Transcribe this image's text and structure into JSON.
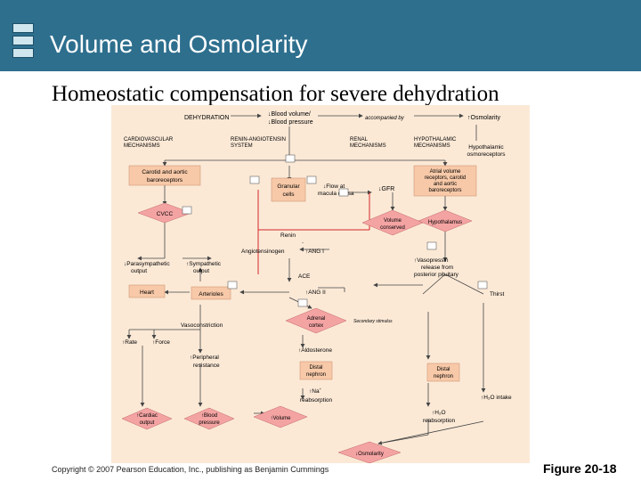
{
  "header": {
    "title": "Volume and Osmolarity",
    "subtitle": "Homeostatic compensation for severe dehydration",
    "accent": "#2e6f8e"
  },
  "diagram": {
    "top": {
      "dehydration": "DEHYDRATION",
      "blood_volume": "Blood volume/",
      "blood_pressure": "Blood pressure",
      "accompanied_by": "accompanied by",
      "osmolarity": "Osmolarity"
    },
    "sections": {
      "cardio_1": "CARDIOVASCULAR",
      "cardio_2": "MECHANISMS",
      "renin_1": "RENIN-ANGIOTENSIN",
      "renin_2": "SYSTEM",
      "renal_1": "RENAL",
      "renal_2": "MECHANISMS",
      "hypo_1": "HYPOTHALAMIC",
      "hypo_2": "MECHANISMS"
    },
    "nodes": {
      "carotid_1": "Carotid and aortic",
      "carotid_2": "baroreceptors",
      "cvcc": "CVCC",
      "granular_1": "Granular",
      "granular_2": "cells",
      "flow_1": "Flow at",
      "flow_2": "macula densa",
      "gfr": "GFR",
      "volume_1": "Volume",
      "volume_2": "conserved",
      "hypo_osmo_1": "Hypothalamic",
      "hypo_osmo_2": "osmoreceptors",
      "atrial_1": "Atrial volume",
      "atrial_2": "receptors, carotid",
      "atrial_3": "and aortic",
      "atrial_4": "baroreceptors",
      "hypothalamus": "Hypothalamus",
      "renin": "Renin",
      "angiotensinogen": "Angiotensinogen",
      "ang_i": "ANG I",
      "ace": "ACE",
      "ang_ii": "ANG II",
      "vaso_1": "Vasopressin",
      "vaso_2": "release from",
      "vaso_3": "posterior pituitary",
      "thirst": "Thirst",
      "para_1": "Parasympathetic",
      "para_2": "output",
      "symp_1": "Sympathetic",
      "symp_2": "output",
      "heart": "Heart",
      "arterioles": "Arterioles",
      "adrenal_1": "Adrenal",
      "adrenal_2": "cortex",
      "secondary": "Secondary stimulus",
      "vasoconstriction": "Vasoconstriction",
      "rate": "Rate",
      "force": "Force",
      "peripheral_1": "Peripheral",
      "peripheral_2": "resistance",
      "aldosterone": "Aldosterone",
      "distal_1": "Distal",
      "distal_2": "nephron",
      "distal2_1": "Distal",
      "distal2_2": "nephron",
      "na_1": "Na",
      "na_2": "reabsorption",
      "h2o_intake": "H₂O intake",
      "h2o_1": "H₂O",
      "h2o_2": "reabsorption",
      "cardiac_1": "Cardiac",
      "cardiac_2": "output",
      "bp_1": "Blood",
      "bp_2": "pressure",
      "volume_out": "Volume",
      "osmolarity_out": "Osmolarity"
    },
    "colors": {
      "background": "#fbe9d6",
      "box": "#f7c9a8",
      "diamond": "#f4a3a3",
      "arrow": "#444444",
      "red_arrow": "#d62828"
    }
  },
  "footer": {
    "copyright": "Copyright © 2007 Pearson Education, Inc., publishing as Benjamin Cummings",
    "figure": "Figure 20-18"
  }
}
